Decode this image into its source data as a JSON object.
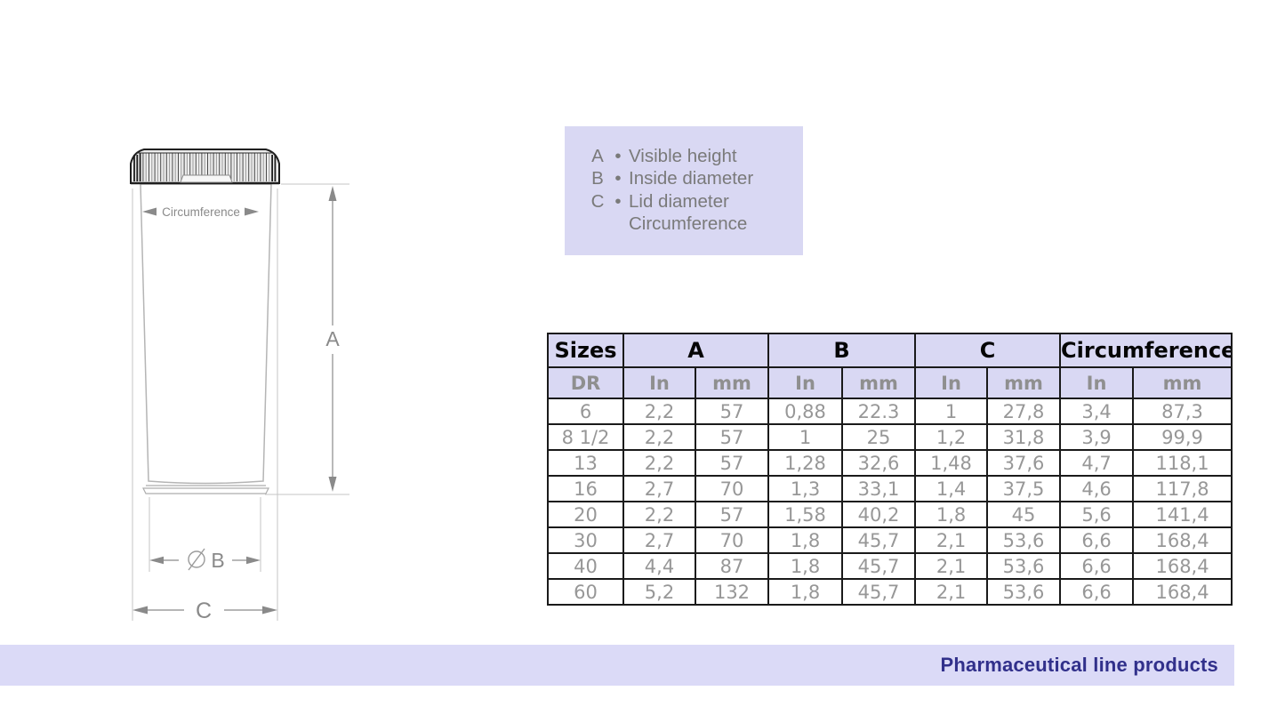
{
  "diagram": {
    "circumference_label": "Circumference",
    "dim_a_label": "A",
    "dim_b_label": "B",
    "dim_c_label": "C"
  },
  "legend": {
    "rows": [
      {
        "key": "A",
        "bullet": "•",
        "label": "Visible height"
      },
      {
        "key": "B",
        "bullet": "•",
        "label": "Inside diameter"
      },
      {
        "key": "C",
        "bullet": "•",
        "label": "Lid diameter"
      },
      {
        "key": "",
        "bullet": "",
        "label": "Circumference"
      }
    ]
  },
  "table": {
    "group_headers": [
      {
        "label": "Sizes"
      },
      {
        "label": "A"
      },
      {
        "label": "B"
      },
      {
        "label": "C"
      },
      {
        "label": "Circumference"
      }
    ],
    "sub_headers": [
      "DR",
      "In",
      "mm",
      "In",
      "mm",
      "In",
      "mm",
      "In",
      "mm"
    ],
    "rows": [
      [
        "6",
        "2,2",
        "57",
        "0,88",
        "22.3",
        "1",
        "27,8",
        "3,4",
        "87,3"
      ],
      [
        "8 1/2",
        "2,2",
        "57",
        "1",
        "25",
        "1,2",
        "31,8",
        "3,9",
        "99,9"
      ],
      [
        "13",
        "2,2",
        "57",
        "1,28",
        "32,6",
        "1,48",
        "37,6",
        "4,7",
        "118,1"
      ],
      [
        "16",
        "2,7",
        "70",
        "1,3",
        "33,1",
        "1,4",
        "37,5",
        "4,6",
        "117,8"
      ],
      [
        "20",
        "2,2",
        "57",
        "1,58",
        "40,2",
        "1,8",
        "45",
        "5,6",
        "141,4"
      ],
      [
        "30",
        "2,7",
        "70",
        "1,8",
        "45,7",
        "2,1",
        "53,6",
        "6,6",
        "168,4"
      ],
      [
        "40",
        "4,4",
        "87",
        "1,8",
        "45,7",
        "2,1",
        "53,6",
        "6,6",
        "168,4"
      ],
      [
        "60",
        "5,2",
        "132",
        "1,8",
        "45,7",
        "2,1",
        "53,6",
        "6,6",
        "168,4"
      ]
    ]
  },
  "footer": {
    "label": "Pharmaceutical line products"
  },
  "colors": {
    "lavender": "#d9d8f3",
    "footer_bar": "#dbdaf7",
    "footer_text": "#31308b",
    "table_border": "#1a1a1a",
    "muted_text": "#979797"
  }
}
